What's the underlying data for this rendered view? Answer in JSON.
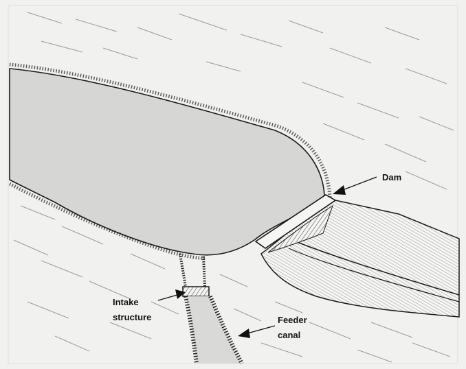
{
  "labels": {
    "dam": "Dam",
    "intake_line1": "Intake",
    "intake_line2": "structure",
    "feeder_line1": "Feeder",
    "feeder_line2": "canal"
  },
  "colors": {
    "background": "#f1f1ef",
    "water": "#d6d6d4",
    "ink": "#1a1a1a"
  },
  "icons": {
    "dam_pointer": "arrow-left-down",
    "intake_pointer": "arrow-right",
    "canal_pointer": "arrow-left-down"
  }
}
